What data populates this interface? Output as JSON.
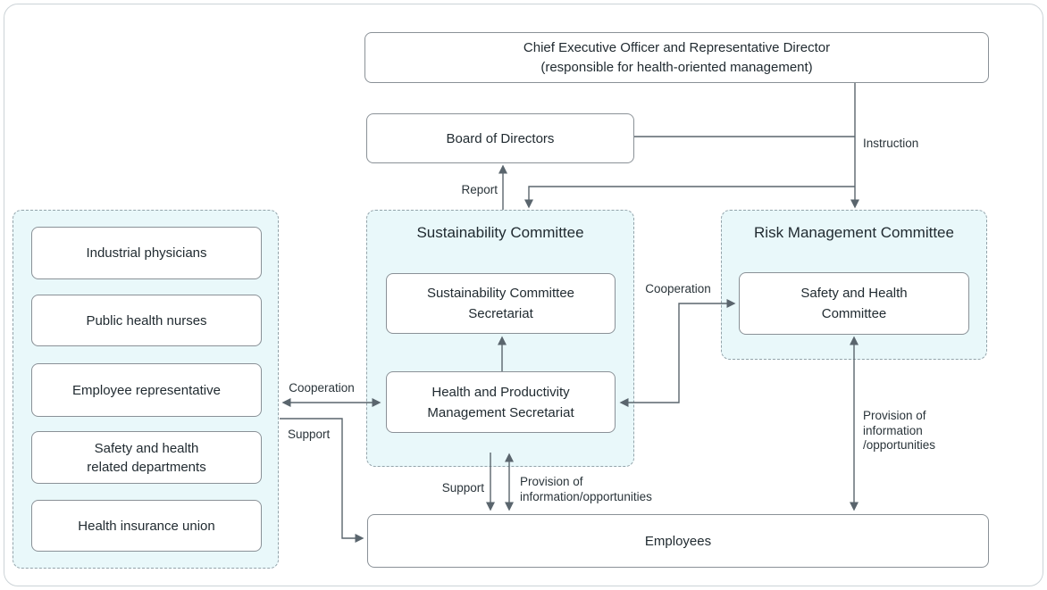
{
  "diagram": {
    "ceo_box": {
      "line1": "Chief Executive Officer and Representative Director",
      "line2": "(responsible for health-oriented management)"
    },
    "board_box": {
      "label": "Board of Directors"
    },
    "edge_labels": {
      "instruction": "Instruction",
      "report": "Report",
      "cooperation_left": "Cooperation",
      "support_left": "Support",
      "cooperation_mid": "Cooperation",
      "support_bottom": "Support",
      "provision_bottom": {
        "line1": "Provision of",
        "line2": "information/opportunities"
      },
      "provision_right": {
        "line1": "Provision of",
        "line2": "information",
        "line3": "/opportunities"
      }
    },
    "sustainability_panel": {
      "title": {
        "line1": "Sustainability",
        "line2": "Committee"
      },
      "secretariat_box": {
        "line1": "Sustainability Committee",
        "line2": "Secretariat"
      },
      "health_box": {
        "line1": "Health and Productivity",
        "line2": "Management Secretariat"
      }
    },
    "risk_panel": {
      "title": {
        "line1": "Risk Management",
        "line2": "Committee"
      },
      "safety_box": {
        "line1": "Safety and Health",
        "line2": "Committee"
      }
    },
    "advisors_panel": {
      "items": [
        {
          "line1": "Industrial physicians"
        },
        {
          "line1": "Public health nurses"
        },
        {
          "line1": "Employee representative"
        },
        {
          "line1": "Safety and health",
          "line2": "related departments"
        },
        {
          "line1": "Health insurance union"
        }
      ]
    },
    "employees_box": {
      "label": "Employees"
    },
    "colors": {
      "panel_fill": "#e9f8fa",
      "panel_border": "#93a3aa",
      "box_border": "#8a9197",
      "connector": "#5a656d",
      "text": "#212b31",
      "outer_border": "#ccd3d7"
    }
  }
}
